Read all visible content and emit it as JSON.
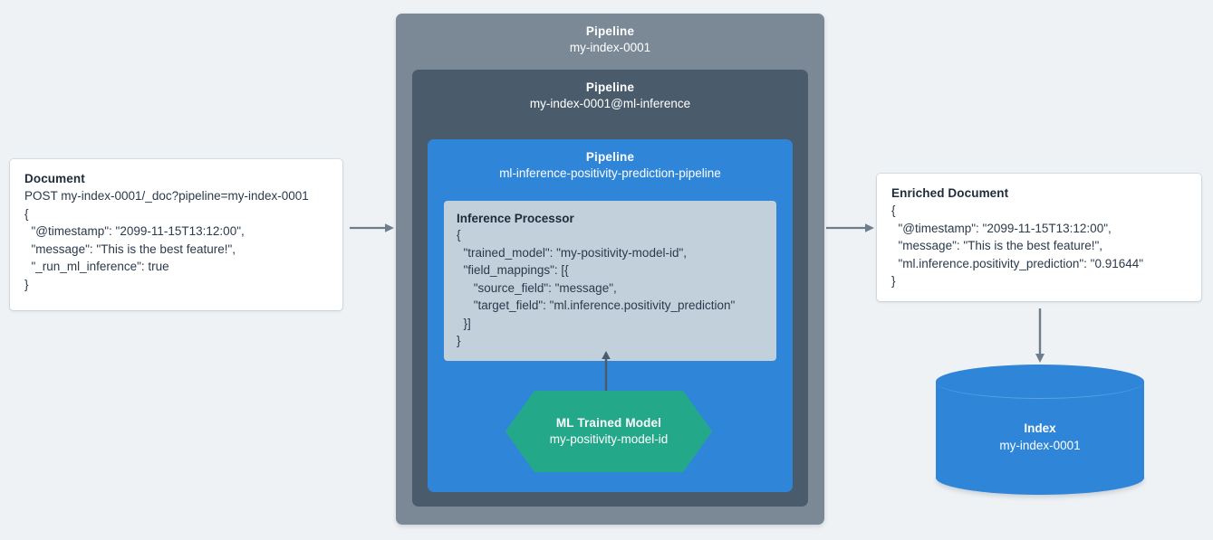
{
  "source_document": {
    "title": "Document",
    "lines": [
      "POST my-index-0001/_doc?pipeline=my-index-0001",
      "{",
      "  \"@timestamp\": \"2099-11-15T13:12:00\",",
      "  \"message\": \"This is the best feature!\",",
      "  \"_run_ml_inference\": true",
      "}"
    ]
  },
  "pipelines": {
    "outer": {
      "kind": "Pipeline",
      "name": "my-index-0001",
      "color": "#7b8896"
    },
    "middle": {
      "kind": "Pipeline",
      "name": "my-index-0001@ml-inference",
      "color": "#4a5b6b"
    },
    "inner": {
      "kind": "Pipeline",
      "name": "ml-inference-positivity-prediction-pipeline",
      "color": "#2f86d9"
    }
  },
  "processor": {
    "title": "Inference Processor",
    "background": "#c2d0dc",
    "lines": [
      "{",
      "  \"trained_model\": \"my-positivity-model-id\",",
      "  \"field_mappings\": [{",
      "     \"source_field\": \"message\",",
      "     \"target_field\": \"ml.inference.positivity_prediction\"",
      "  }]",
      "}"
    ]
  },
  "ml_model": {
    "title": "ML Trained Model",
    "name": "my-positivity-model-id",
    "color": "#24a88a"
  },
  "enriched_document": {
    "title": "Enriched Document",
    "lines": [
      "{",
      "  \"@timestamp\": \"2099-11-15T13:12:00\",",
      "  \"message\": \"This is the best feature!\",",
      "  \"ml.inference.positivity_prediction\": \"0.91644\"",
      "}"
    ]
  },
  "index": {
    "title": "Index",
    "name": "my-index-0001",
    "color": "#2f86d9"
  },
  "arrows": {
    "ingest": "arrow-right-icon",
    "emit": "arrow-right-icon",
    "model_feed": "arrow-up-icon",
    "store": "arrow-down-icon",
    "color": "#6d7d8e"
  }
}
